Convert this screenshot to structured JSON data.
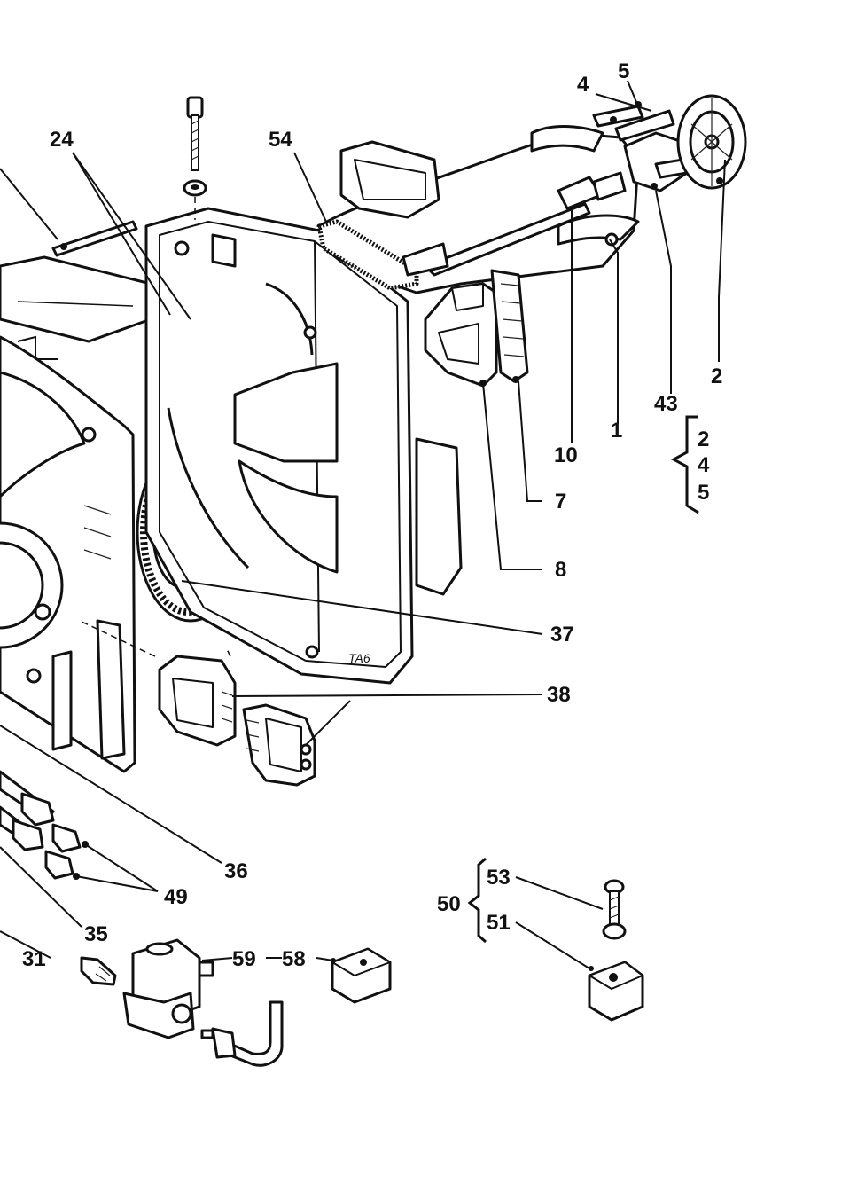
{
  "diagram": {
    "labels": {
      "l24": "24",
      "l54": "54",
      "l4": "4",
      "l5": "5",
      "l2": "2",
      "l1": "1",
      "l43": "43",
      "l43_items": [
        "2",
        "4",
        "5"
      ],
      "l10": "10",
      "l7": "7",
      "l8": "8",
      "l37": "37",
      "l38": "38",
      "l36": "36",
      "l49": "49",
      "l35": "35",
      "l31": "31",
      "l59": "59",
      "l58": "58",
      "l50": "50",
      "l53": "53",
      "l51": "51"
    }
  }
}
